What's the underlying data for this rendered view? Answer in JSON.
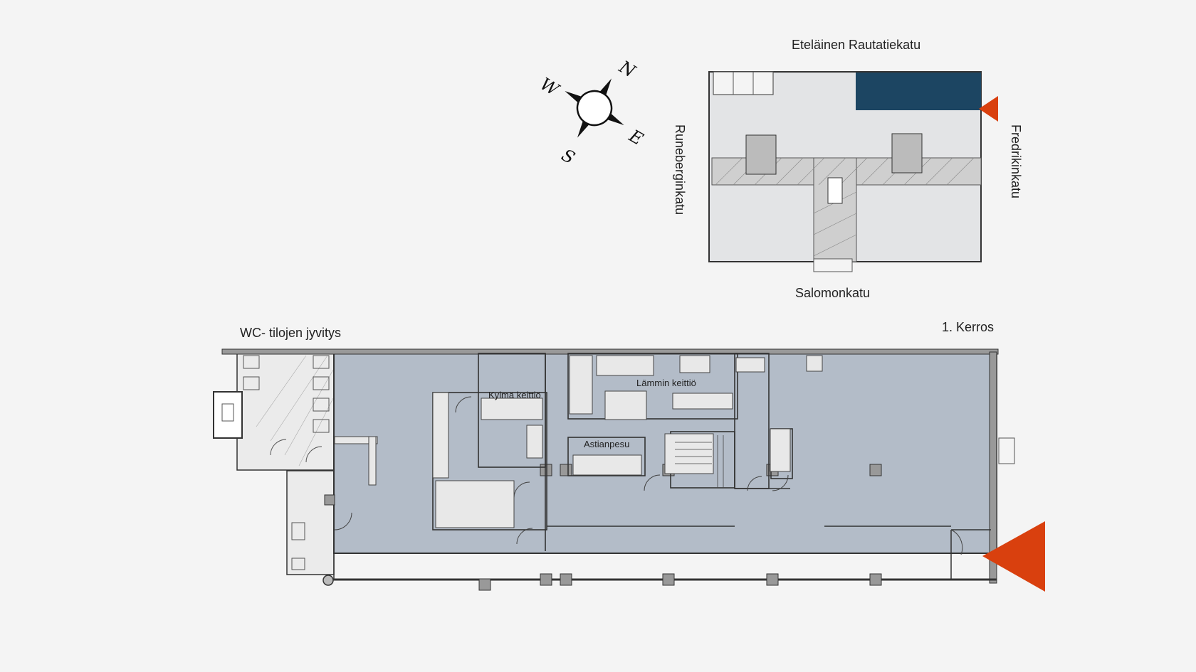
{
  "key_plan": {
    "streets": {
      "north": "Eteläinen Rautatiekatu",
      "south": "Salomonkatu",
      "west": "Runeberginkatu",
      "east": "Fredrikinkatu"
    }
  },
  "compass": {
    "n": "N",
    "e": "E",
    "s": "S",
    "w": "W"
  },
  "floor_plan": {
    "title": "WC- tilojen jyvitys",
    "floor_label": "1. Kerros",
    "rooms": {
      "cold_kitchen": "Kylmä keittiö",
      "hot_kitchen": "Lämmin keittiö",
      "dishwashing": "Astianpesu"
    }
  },
  "colors": {
    "background": "#f4f4f4",
    "premises_fill": "#b3bcc8",
    "highlight_unit": "#1c4562",
    "entrance_marker": "#d9400e",
    "building_fill": "#e3e4e6",
    "core_fill": "#d6d6d6",
    "line": "#333333"
  },
  "icons": {
    "compass": "compass-rose-icon",
    "entrance": "entrance-arrow-icon"
  }
}
